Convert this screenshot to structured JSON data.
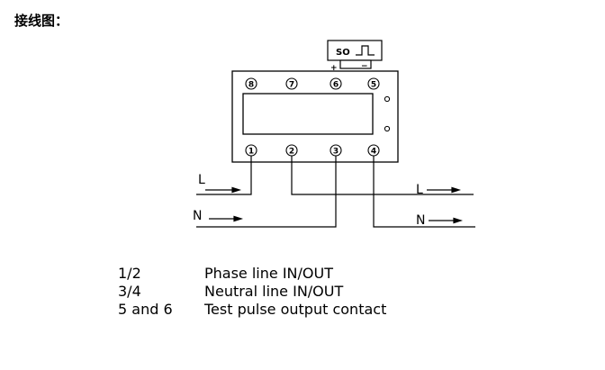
{
  "title": "接线图：",
  "so_module": {
    "label": "SO",
    "plus": "+",
    "minus": "−"
  },
  "terminals": {
    "top": [
      "8",
      "7",
      "6",
      "5"
    ],
    "bottom": [
      "1",
      "2",
      "3",
      "4"
    ]
  },
  "lines": {
    "in_L": "L",
    "in_N": "N",
    "out_L": "L",
    "out_N": "N"
  },
  "legend": [
    {
      "terminals": "1/2",
      "description": "Phase line IN/OUT"
    },
    {
      "terminals": "3/4",
      "description": "Neutral line IN/OUT"
    },
    {
      "terminals": "5 and 6",
      "description": "Test pulse output contact"
    }
  ]
}
